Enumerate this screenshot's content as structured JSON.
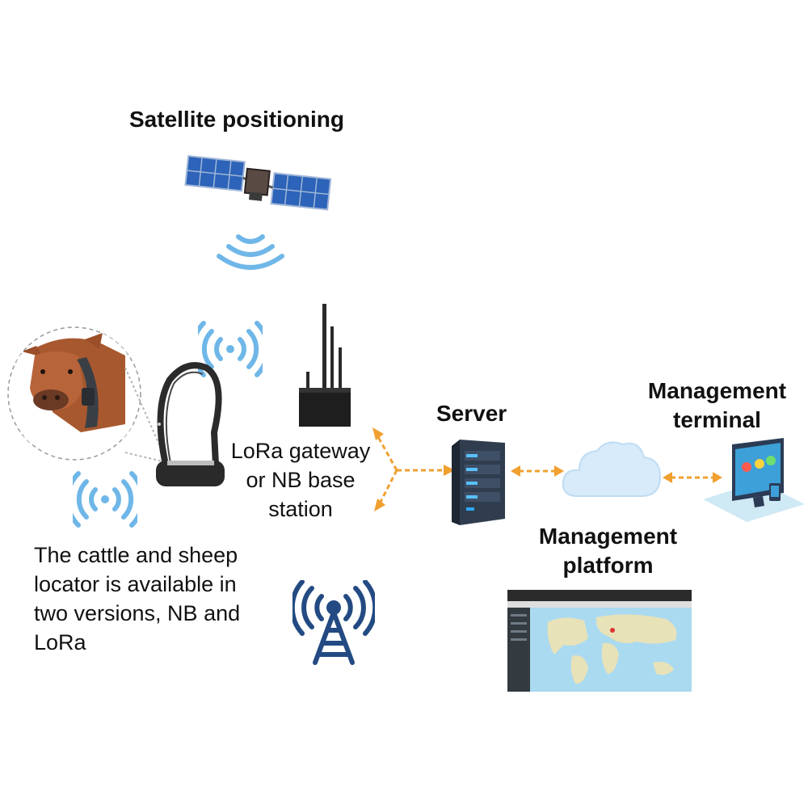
{
  "labels": {
    "satellite": "Satellite positioning",
    "gateway_line1": "LoRa gateway",
    "gateway_line2": "or NB base",
    "gateway_line3": "station",
    "server": "Server",
    "terminal_line1": "Management",
    "terminal_line2": "terminal",
    "platform_line1": "Management",
    "platform_line2": "platform",
    "locator_line1": "The cattle and sheep",
    "locator_line2": "locator is available in",
    "locator_line3": "two versions, NB and",
    "locator_line4": "LoRa"
  },
  "icons": {
    "satellite": "satellite-icon",
    "cow": "cow-photo",
    "collar": "gps-collar-icon",
    "gateway": "lora-gateway-icon",
    "server": "server-icon",
    "cloud": "cloud-icon",
    "terminal": "monitor-terminal-icon",
    "platform": "platform-screenshot",
    "tower": "radio-tower-icon",
    "wifi": "signal-waves-icon"
  },
  "colors": {
    "arrow": "#f0a030",
    "signal": "#6fb7e8",
    "tower": "#234a82",
    "server": "#2f3d4f",
    "cloud": "#d7ebfa"
  }
}
